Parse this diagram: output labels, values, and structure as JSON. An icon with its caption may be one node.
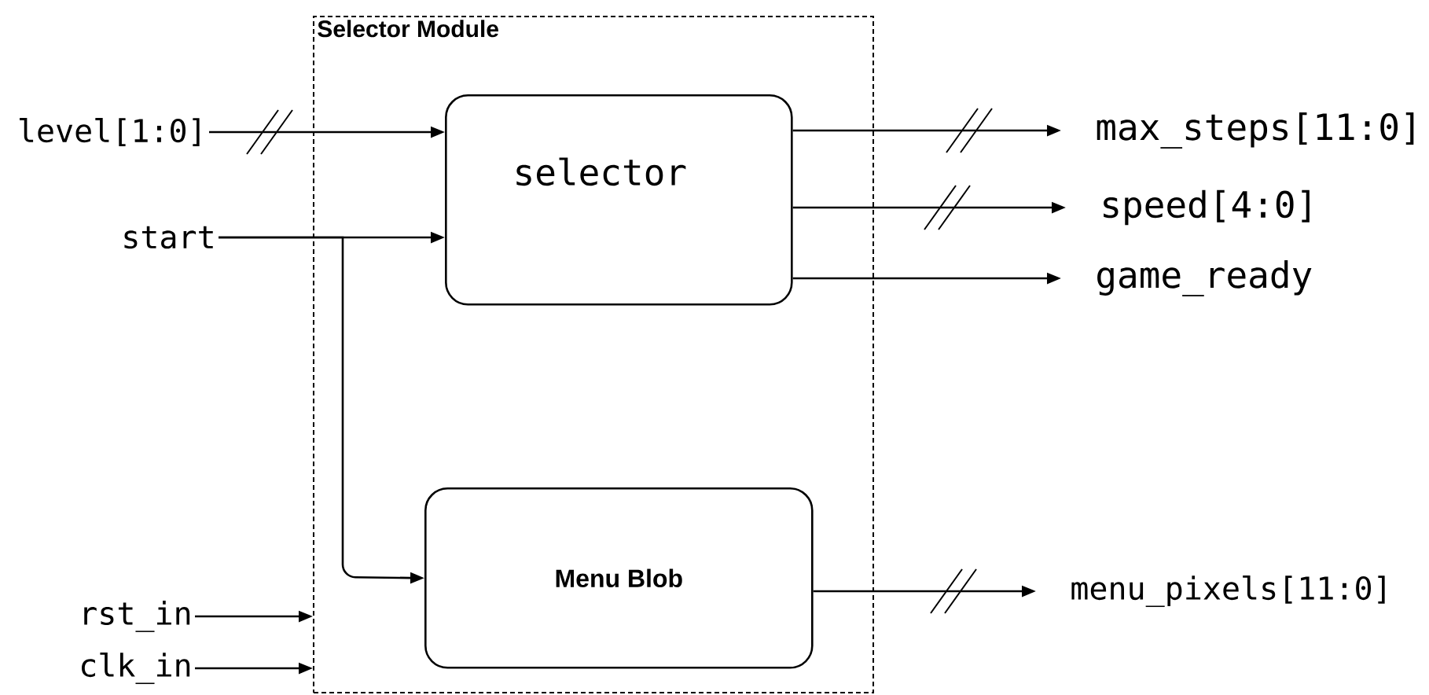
{
  "diagram": {
    "nodes": [
      {
        "text": [
          "Selector Module"
        ]
      },
      {
        "text": [
          "selector"
        ],
        "in": 0
      },
      {
        "text": [
          "Menu Blob"
        ],
        "in": 0
      },
      {
        "text": [
          "level[1:0]"
        ]
      },
      {
        "text": [
          "start"
        ]
      },
      {
        "text": [
          "rst_in"
        ]
      },
      {
        "text": [
          "clk_in"
        ]
      },
      {
        "text": [
          "max_steps[11:0]"
        ]
      },
      {
        "text": [
          "speed[4:0]"
        ]
      },
      {
        "text": [
          "game_ready"
        ]
      },
      {
        "text": [
          "menu_pixels[11:0]"
        ]
      }
    ],
    "edges": [
      {
        "from": 3,
        "to": 1,
        "arrow": "to"
      },
      {
        "from": 4,
        "to": 1,
        "arrow": "to"
      },
      {
        "from": 4,
        "to": 2,
        "arrow": "to"
      },
      {
        "from": 5,
        "to": 0,
        "arrow": "to"
      },
      {
        "from": 6,
        "to": 0,
        "arrow": "to"
      },
      {
        "from": 1,
        "to": 7,
        "arrow": "to"
      },
      {
        "from": 1,
        "to": 8,
        "arrow": "to"
      },
      {
        "from": 1,
        "to": 9,
        "arrow": "to"
      },
      {
        "from": 2,
        "to": 10,
        "arrow": "to"
      }
    ]
  }
}
